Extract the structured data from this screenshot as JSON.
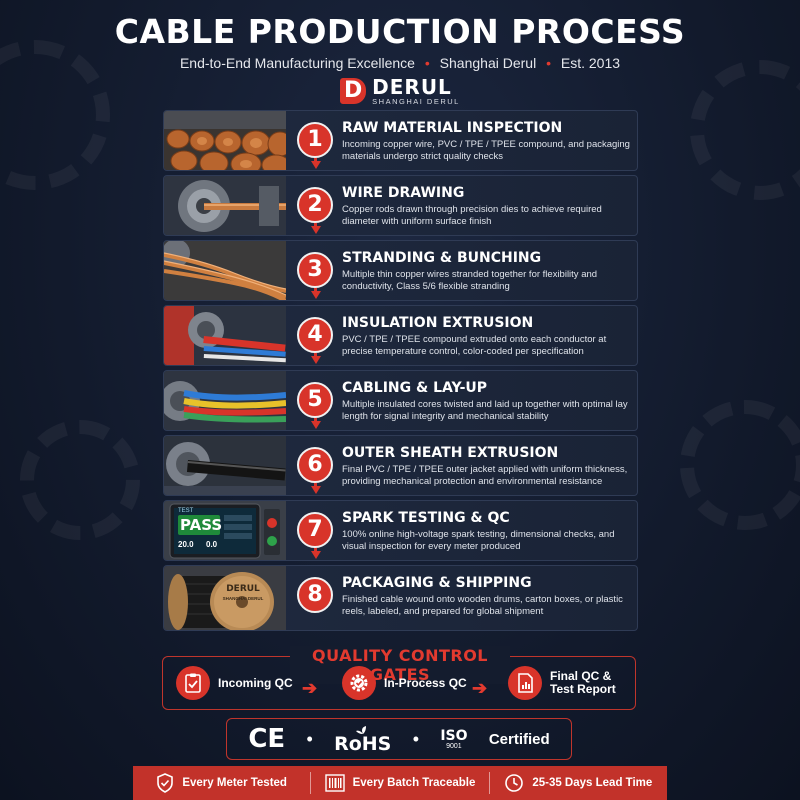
{
  "header": {
    "title": "CABLE PRODUCTION PROCESS",
    "subtitle_parts": [
      "End-to-End Manufacturing Excellence",
      "Shanghai Derul",
      "Est. 2013"
    ],
    "separator": "•",
    "logo_mark": "D",
    "logo_name": "DERUL",
    "logo_sub": "SHANGHAI DERUL"
  },
  "steps": [
    {
      "num": "1",
      "title": "RAW MATERIAL INSPECTION",
      "desc": "Incoming copper wire, PVC / TPE / TPEE compound, and packaging materials undergo strict quality checks",
      "image": "copper-spools"
    },
    {
      "num": "2",
      "title": "WIRE DRAWING",
      "desc": "Copper rods drawn through precision dies to achieve required diameter with uniform surface finish",
      "image": "drawing-die"
    },
    {
      "num": "3",
      "title": "STRANDING & BUNCHING",
      "desc": "Multiple thin copper wires stranded together for flexibility and conductivity, Class 5/6 flexible stranding",
      "image": "stranded-copper"
    },
    {
      "num": "4",
      "title": "INSULATION EXTRUSION",
      "desc": "PVC / TPE / TPEE compound extruded onto each conductor at precise temperature control, color-coded per specification",
      "image": "extruder-red"
    },
    {
      "num": "5",
      "title": "CABLING & LAY-UP",
      "desc": "Multiple insulated cores twisted and laid up together with optimal lay length for signal integrity and mechanical stability",
      "image": "colored-cores"
    },
    {
      "num": "6",
      "title": "OUTER SHEATH EXTRUSION",
      "desc": "Final PVC / TPE / TPEE outer jacket applied with uniform thickness, providing mechanical protection and environmental resistance",
      "image": "black-sheath"
    },
    {
      "num": "7",
      "title": "SPARK TESTING & QC",
      "desc": "100% online high-voltage spark testing, dimensional checks, and visual inspection for every meter produced",
      "image": "spark-tester"
    },
    {
      "num": "8",
      "title": "PACKAGING & SHIPPING",
      "desc": "Finished cable wound onto wooden drums, carton boxes, or plastic reels, labeled, and prepared for global shipment",
      "image": "cable-drum"
    }
  ],
  "tester": {
    "status": "PASS",
    "left_value": "20.0",
    "right_value": "0.0",
    "tag": "TEST"
  },
  "drum_label": {
    "name": "DERUL",
    "sub": "SHANGHAI DERUL"
  },
  "quality": {
    "title": "QUALITY CONTROL GATES",
    "gates": [
      {
        "label": "Incoming QC",
        "icon": "clipboard-check-icon"
      },
      {
        "label": "In-Process QC",
        "icon": "gear-check-icon"
      },
      {
        "label": "Final QC & Test Report",
        "icon": "report-chart-icon"
      }
    ]
  },
  "certs": {
    "ce": "CE",
    "rohs": "RoHS",
    "iso": "ISO",
    "iso_sub": "9001",
    "certified": "Certified",
    "dot": "•"
  },
  "footer": [
    {
      "label": "Every Meter Tested",
      "icon": "shield-check-icon"
    },
    {
      "label": "Every Batch Traceable",
      "icon": "barcode-icon"
    },
    {
      "label": "25-35 Days Lead Time",
      "icon": "clock-icon"
    }
  ],
  "colors": {
    "accent": "#d8342a",
    "background": "#121a2c",
    "panel": "#1f2a40"
  }
}
